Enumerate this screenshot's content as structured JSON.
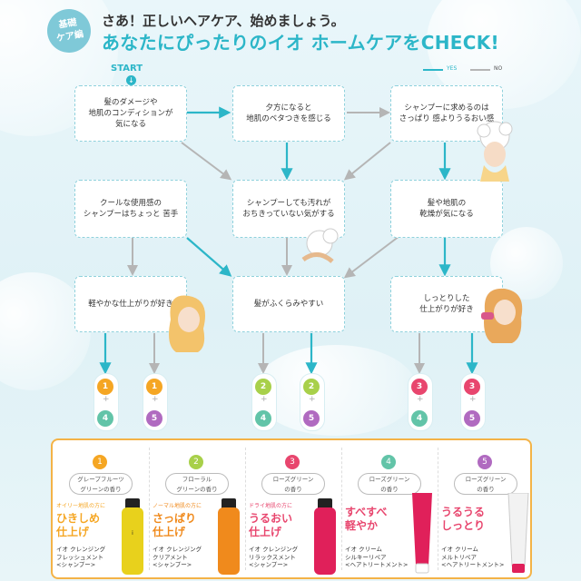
{
  "header": {
    "badge_line1": "基礎",
    "badge_line2": "ケア編",
    "subtitle": "さあ！正しいヘアケア、始めましょう。",
    "title": "あなたにぴったりのイオ ホームケアをCHECK!"
  },
  "legend": {
    "yes": "YES",
    "no": "NO"
  },
  "colors": {
    "accent": "#2cb6c8",
    "no_arrow": "#b5b5b5",
    "panel_border": "#f4b347"
  },
  "flow": {
    "start_label": "START",
    "start_icon": "down-arrow-icon",
    "questions": [
      {
        "id": "q1",
        "line1": "髪のダメージや",
        "line2": "地肌のコンディションが",
        "line3": "気になる"
      },
      {
        "id": "q2",
        "line1": "夕方になると",
        "line2": "地肌のベタつきを感じる",
        "line3": ""
      },
      {
        "id": "q3",
        "line1": "シャンプーに求めるのは",
        "line2": "さっぱり 感よりうるおい感",
        "line3": ""
      },
      {
        "id": "q4",
        "line1": "クールな使用感の",
        "line2": "シャンプーはちょっと 苦手",
        "line3": ""
      },
      {
        "id": "q5",
        "line1": "シャンプーしても汚れが",
        "line2": "おちきっていない気がする",
        "line3": ""
      },
      {
        "id": "q6",
        "line1": "髪や地肌の",
        "line2": "乾燥が気になる",
        "line3": ""
      },
      {
        "id": "q7",
        "line1": "軽やかな仕上がりが好き",
        "line2": "",
        "line3": ""
      },
      {
        "id": "q8",
        "line1": "髪がふくらみやすい",
        "line2": "",
        "line3": ""
      },
      {
        "id": "q9",
        "line1": "しっとりした",
        "line2": "仕上がりが好き",
        "line3": ""
      }
    ],
    "results": [
      {
        "top": "1",
        "bottom": "4"
      },
      {
        "top": "1",
        "bottom": "5"
      },
      {
        "top": "2",
        "bottom": "4"
      },
      {
        "top": "2",
        "bottom": "5"
      },
      {
        "top": "3",
        "bottom": "4"
      },
      {
        "top": "3",
        "bottom": "5"
      }
    ],
    "plus": "+"
  },
  "products": [
    {
      "num": "1",
      "color": "#f5a623",
      "scent1": "グレープフルーツ",
      "scent2": "グリーンの香り",
      "tag": "オイリー地肌の方に",
      "tagline1": "ひきしめ",
      "tagline2": "仕上げ",
      "name1": "イオ クレンジング",
      "name2": "フレッシュメント",
      "name3": "<シャンプー>",
      "bottle_color": "#e8d11c"
    },
    {
      "num": "2",
      "color": "#a8d04a",
      "scent1": "フローラル",
      "scent2": "グリーンの香り",
      "tag": "ノーマル地肌の方に",
      "tagline1": "さっぱり",
      "tagline2": "仕上げ",
      "name1": "イオ クレンジング",
      "name2": "クリアメント",
      "name3": "<シャンプー>",
      "bottle_color": "#f08a1c"
    },
    {
      "num": "3",
      "color": "#e8466e",
      "scent1": "ローズグリーン",
      "scent2": "の香り",
      "tag": "ドライ地肌の方に",
      "tagline1": "うるおい",
      "tagline2": "仕上げ",
      "name1": "イオ クレンジング",
      "name2": "リラックスメント",
      "name3": "<シャンプー>",
      "bottle_color": "#e0205a"
    },
    {
      "num": "4",
      "color": "#62c4a8",
      "scent1": "ローズグリーン",
      "scent2": "の香り",
      "tag": "",
      "tagline1": "すべすべ",
      "tagline2": "軽やか",
      "name1": "イオ クリーム",
      "name2": "シルキーリペア",
      "name3": "<ヘアトリートメント>",
      "bottle_color": "#e0205a"
    },
    {
      "num": "5",
      "color": "#b06ac0",
      "scent1": "ローズグリーン",
      "scent2": "の香り",
      "tag": "",
      "tagline1": "うるうる",
      "tagline2": "しっとり",
      "name1": "イオ クリーム",
      "name2": "メルトリペア",
      "name3": "<ヘアトリートメント>",
      "bottle_color": "#f0f0f0"
    }
  ]
}
